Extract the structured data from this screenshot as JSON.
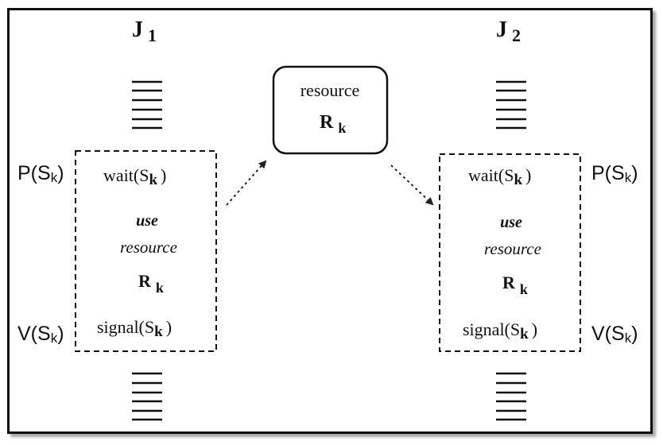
{
  "jobs": [
    {
      "name": "J",
      "sub": "1"
    },
    {
      "name": "J",
      "sub": "2"
    }
  ],
  "resource": {
    "label": "resource",
    "name": "R",
    "sub": "k"
  },
  "critical_section": {
    "wait": "wait(S",
    "wait_sub": "k",
    "wait_close": ")",
    "use": "use",
    "use_resource": "resource",
    "res_name": "R",
    "res_sub": "k",
    "signal": "signal(S",
    "signal_sub": "k",
    "signal_close": ")"
  },
  "ops": {
    "p": "P(S",
    "v": "V(S",
    "sub": "k",
    "close": ")"
  }
}
